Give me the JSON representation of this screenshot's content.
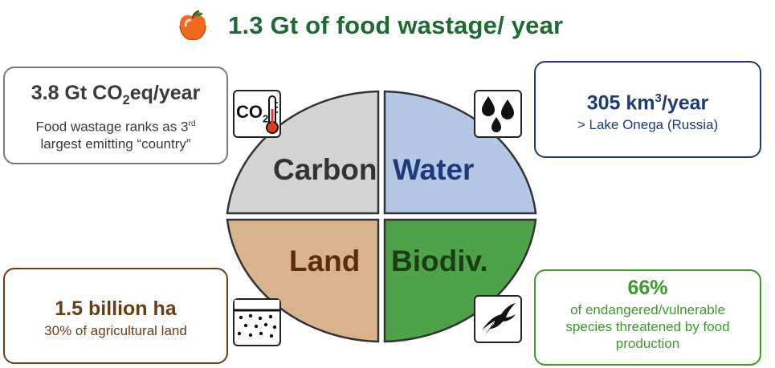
{
  "header": {
    "title": "1.3 Gt of food wastage/ year",
    "icon": "apple-icon"
  },
  "colors": {
    "title": "#1e6a32",
    "carbon": "#d4d4d4",
    "water": "#b4c8e6",
    "land": "#d9b38c",
    "biodiv": "#4ea24a"
  },
  "quadrants": {
    "carbon": "Carbon",
    "water": "Water",
    "land": "Land",
    "biodiv": "Biodiv."
  },
  "carbon_box": {
    "headline_pre": "3.8 Gt CO",
    "headline_sub": "2",
    "headline_post": "eq/year",
    "line1_pre": "Food wastage ranks as 3",
    "line1_sup": "rd",
    "line2": "largest emitting “country”",
    "icon": "co2-thermometer-icon",
    "icon_text": "CO",
    "icon_sub": "2"
  },
  "water_box": {
    "headline_pre": "305 km",
    "headline_sup": "3",
    "headline_post": "/year",
    "line1": "> Lake Onega (Russia)",
    "icon": "water-drops-icon"
  },
  "land_box": {
    "headline": "1.5 billion ha",
    "line1": "30% of agricultural land",
    "icon": "soil-layer-icon"
  },
  "biodiv_box": {
    "headline": "66%",
    "line1": "of endangered/vulnerable",
    "line2": "species threatened by food",
    "line3": "production",
    "icon": "swallow-bird-icon"
  }
}
